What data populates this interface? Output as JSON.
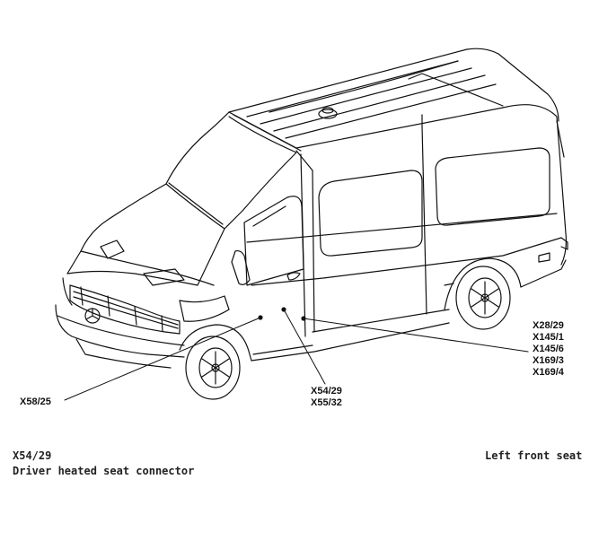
{
  "callouts": {
    "left": "X58/25",
    "middle": [
      "X54/29",
      "X55/32"
    ],
    "right": [
      "X28/29",
      "X145/1",
      "X145/6",
      "X169/3",
      "X169/4"
    ]
  },
  "caption": {
    "code": "X54/29",
    "description": "Driver heated seat connector",
    "location": "Left front seat"
  }
}
